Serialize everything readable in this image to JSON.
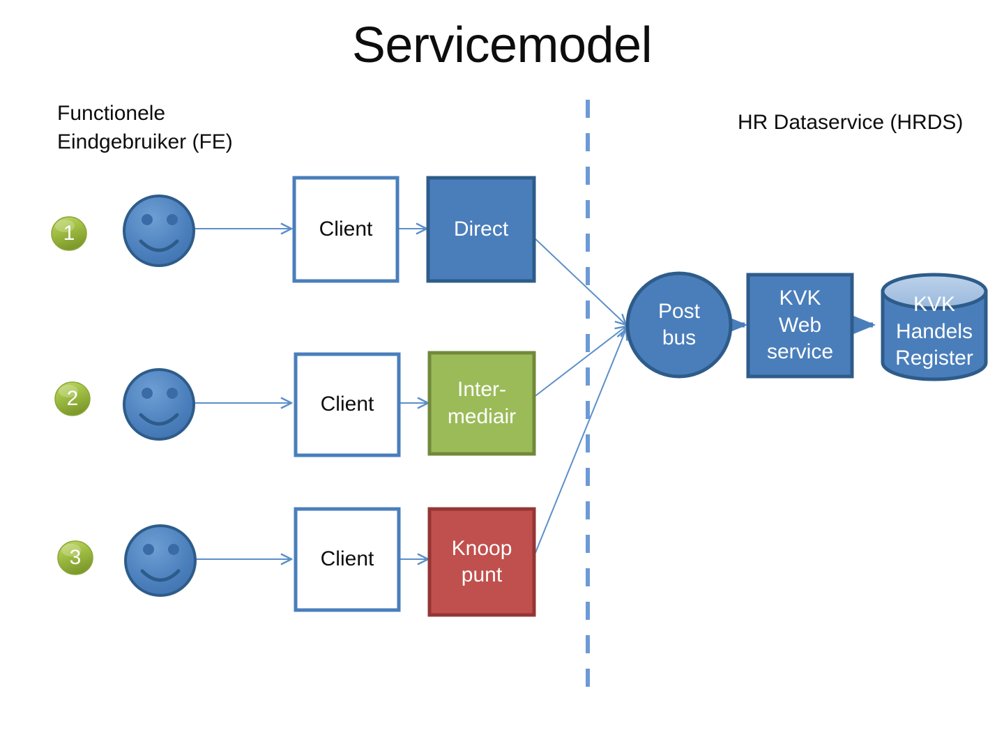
{
  "title": "Servicemodel",
  "captions": {
    "left": "Functionele\nEindgebruiker (FE)",
    "right": "HR Dataservice (HRDS)"
  },
  "colors": {
    "blue_fill": "#4a7ebb",
    "blue_border": "#2e5c8a",
    "green_fill": "#9bbb59",
    "green_border": "#71893a",
    "red_fill": "#c0504d",
    "red_border": "#943634",
    "white_fill": "#ffffff",
    "client_border": "#4a7ebb",
    "line": "#5b8fc9",
    "divider": "#6d9ad6",
    "badge_green": "#a2c044",
    "badge_green_dark": "#7d9a2c",
    "cylinder_top": "#a7c1e0",
    "text_dark": "#0d0d0d",
    "text_light": "#ffffff"
  },
  "badges": [
    {
      "label": "1"
    },
    {
      "label": "2"
    },
    {
      "label": "3"
    }
  ],
  "actors": [
    {
      "name": "smiley-1"
    },
    {
      "name": "smiley-2"
    },
    {
      "name": "smiley-3"
    }
  ],
  "rows": [
    {
      "client": "Client",
      "channel": "Direct",
      "channel_kind": "blue"
    },
    {
      "client": "Client",
      "channel": "Inter-\nmediair",
      "channel_kind": "green"
    },
    {
      "client": "Client",
      "channel": "Knoop\npunt",
      "channel_kind": "red"
    }
  ],
  "backend": {
    "postbus": "Post\nbus",
    "webservice": "KVK\nWeb\nservice",
    "register": "KVK\nHandels\nRegister"
  },
  "divider": {
    "name": "hrds-boundary",
    "style": "dashed-vertical"
  }
}
